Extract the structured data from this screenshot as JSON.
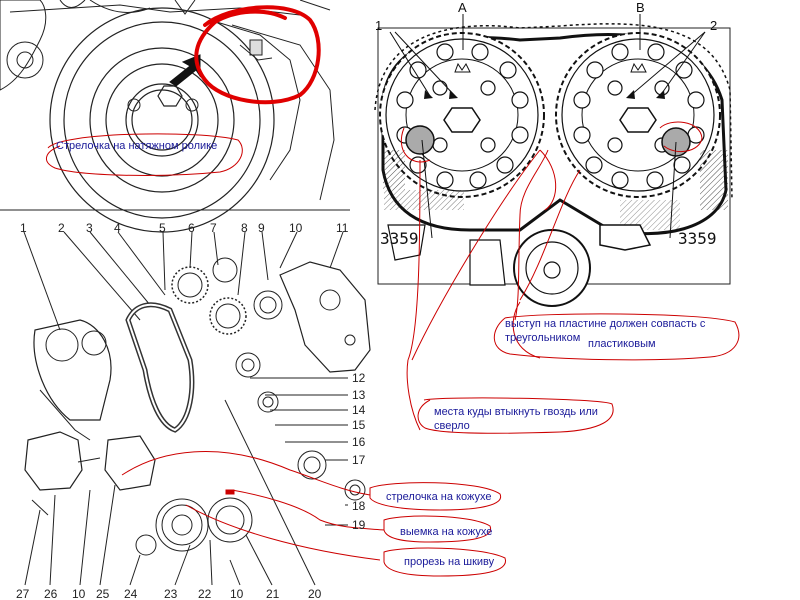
{
  "labels": {
    "camshaft_a": "A",
    "camshaft_b": "B",
    "marker_1": "1",
    "marker_2": "2",
    "tool_left": "3359",
    "tool_right": "3359"
  },
  "part_numbers_top": [
    "1",
    "2",
    "3",
    "4",
    "5",
    "6",
    "7",
    "8",
    "9",
    "10",
    "11"
  ],
  "part_numbers_right": [
    "12",
    "13",
    "14",
    "15",
    "16",
    "17",
    "18",
    "19"
  ],
  "part_numbers_bottom": [
    "27",
    "26",
    "10",
    "25",
    "24",
    "23",
    "22",
    "10",
    "21",
    "20"
  ],
  "annotations": {
    "tensioner_arrow": "Стрелочка на натяжном ролике",
    "plate_ledge_line1": "выступ на пластине должен совпасть с",
    "plate_ledge_line2": "треугольником",
    "plate_ledge_line3": "пластиковым",
    "pin_holes_line1": "места куды втыкнуть гвоздь или",
    "pin_holes_line2": "сверло",
    "cover_arrow": "стрелочка на кожухе",
    "cover_notch": "выемка на кожухе",
    "pulley_slot": "прорезь на шкиву"
  },
  "colors": {
    "annotation_text": "#1a1a99",
    "annotation_stroke": "#cc0000",
    "drawing": "#222222"
  }
}
